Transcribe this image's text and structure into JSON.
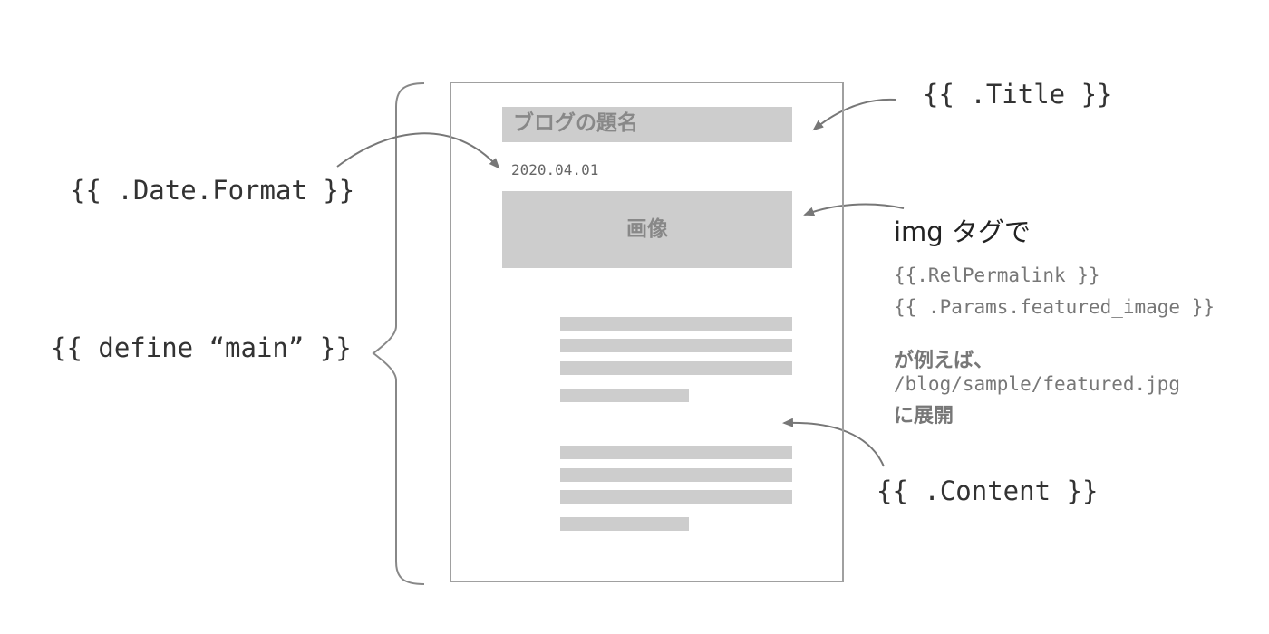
{
  "labels": {
    "date_format": "{{ .Date.Format }}",
    "define_main": "{{ define “main” }}",
    "title": "{{ .Title }}",
    "content": "{{ .Content }}"
  },
  "page_mock": {
    "blog_title": "ブログの題名",
    "date": "2020.04.01",
    "image": "画像"
  },
  "img_note": {
    "heading": "img タグで",
    "line1": "{{.RelPermalink }}",
    "line2": "{{ .Params.featured_image }}",
    "line3": "が例えば、",
    "line4": "/blog/sample/featured.jpg",
    "line5": "に展開"
  },
  "colors": {
    "placeholder": "#cdcdcd",
    "border": "#a0a0a0",
    "arrow": "#777777",
    "text": "#333333"
  }
}
